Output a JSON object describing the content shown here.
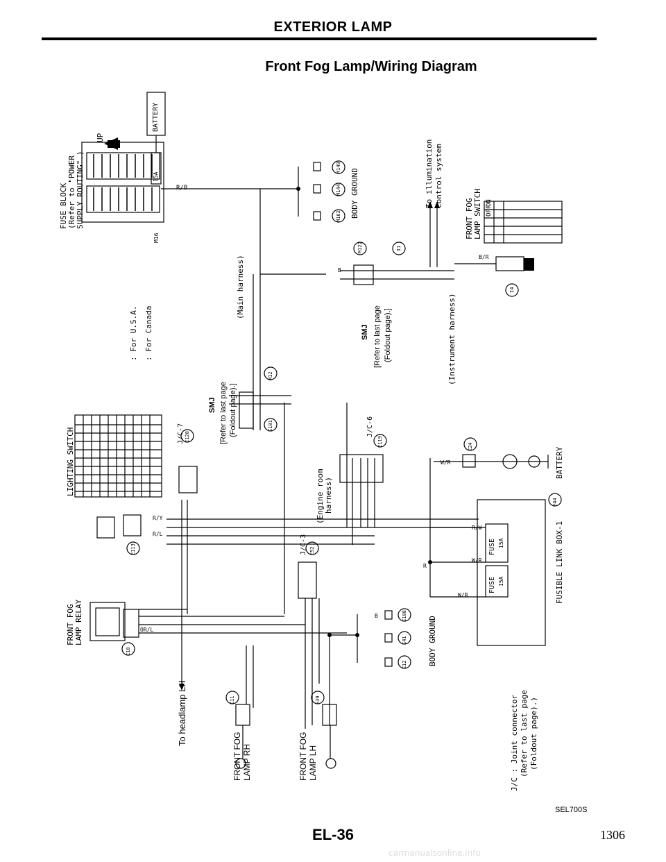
{
  "header": {
    "section_title": "EXTERIOR LAMP",
    "page_title": "Front Fog Lamp/Wiring Diagram"
  },
  "footer": {
    "code": "SEL700S",
    "page_label": "EL-36",
    "page_number": "1306",
    "watermark": "carmanualsonline.info"
  },
  "labels": {
    "fuse_block": "FUSE BLOCK",
    "fuse_block_ref": "(Refer to \"POWER",
    "fuse_block_ref2": "SUPPLY ROUTING\".)",
    "up": "UP",
    "battery_top": "BATTERY",
    "fuse_15a": "15A",
    "m16": "M16",
    "rb": "R/B",
    "body_ground_top": "BODY GROUND",
    "m149": "M149",
    "m144": "M144",
    "m162": "M162",
    "illum1": "To illumination",
    "illum2": "control system",
    "main_harness": "(Main harness)",
    "instrument_harness": "(Instrument harness)",
    "front_fog_switch1": "FRONT FOG",
    "front_fog_switch2": "LAMP SWITCH",
    "off": "OFF",
    "on": "ON",
    "smj_a": "SMJ",
    "smj_a2": "[Refer to last page",
    "smj_a3": "(Foldout page).]",
    "m122": "M122",
    "i1": "I1",
    "i4": "I4",
    "for_usa": ": For U.S.A.",
    "for_canada": ": For Canada",
    "lighting_switch": "LIGHTING SWITCH",
    "jc7": "J/C-7",
    "e120": "E120",
    "e113": "E113",
    "smj_b": "SMJ",
    "smj_b2": "[Refer to last page",
    "smj_b3": "(Foldout page).]",
    "m12": "M12",
    "e101": "E101",
    "engine_room1": "(Engine room",
    "engine_room2": "harness)",
    "jc6": "J/C-6",
    "e119": "E119",
    "e24": "E24",
    "battery_bottom": "BATTERY",
    "fusible_link": "FUSIBLE LINK BOX-1",
    "e44": "E44",
    "fuse": "FUSE",
    "fuse2": "FUSE",
    "fuse_15a_b": "15A",
    "fuse_15a_c": "15A",
    "front_fog_relay1": "FRONT FOG",
    "front_fog_relay2": "LAMP RELAY",
    "e18": "E18",
    "jc3": "J/C-3",
    "e52": "E52",
    "body_ground_bot": "BODY GROUND",
    "e108": "E108",
    "e41": "E41",
    "e12": "E12",
    "to_headlamp": "To headlamp LH",
    "fog_rh1": "FRONT FOG",
    "fog_rh2": "LAMP RH",
    "fog_lh1": "FRONT FOG",
    "fog_lh2": "LAMP LH",
    "e11": "E11",
    "e39": "E39",
    "jc_note1": "J/C : Joint connector",
    "jc_note2": "(Refer to last page",
    "jc_note3": "(Foldout page).)",
    "wr": "W/R",
    "rw": "R/W",
    "orl": "OR/L",
    "ry": "R/Y",
    "rl": "R/L",
    "b": "B",
    "r": "R",
    "br": "B/R"
  }
}
